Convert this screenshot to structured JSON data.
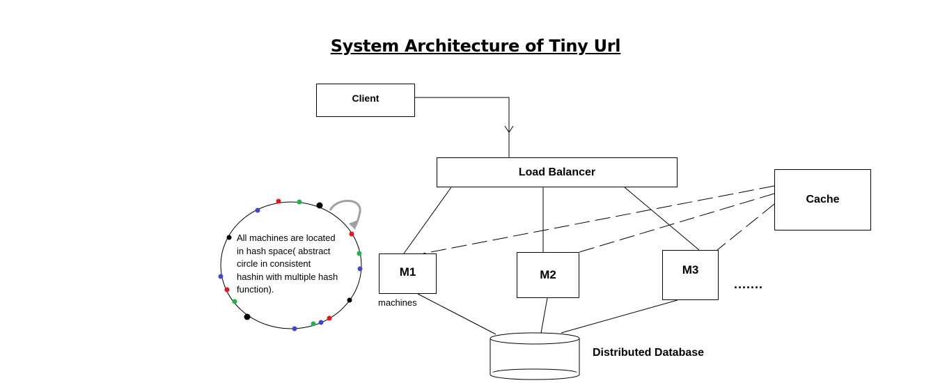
{
  "title": "System Architecture of Tiny Url",
  "nodes": {
    "client": "Client",
    "load_balancer": "Load Balancer",
    "cache": "Cache",
    "m1": "M1",
    "m2": "M2",
    "m3": "M3",
    "more": ".......",
    "machines_label": "machines",
    "database": "Distributed Database"
  },
  "hash_ring": {
    "note": "All machines are located\nin hash space( abstract\ncircle in consistent\nhashin with multiple hash\nfunction).",
    "dot_colors": {
      "black": "#000000",
      "red": "#e8141a",
      "green": "#22b14c",
      "blue": "#3f48cc"
    },
    "arrow_color": "#a0a0a0"
  }
}
